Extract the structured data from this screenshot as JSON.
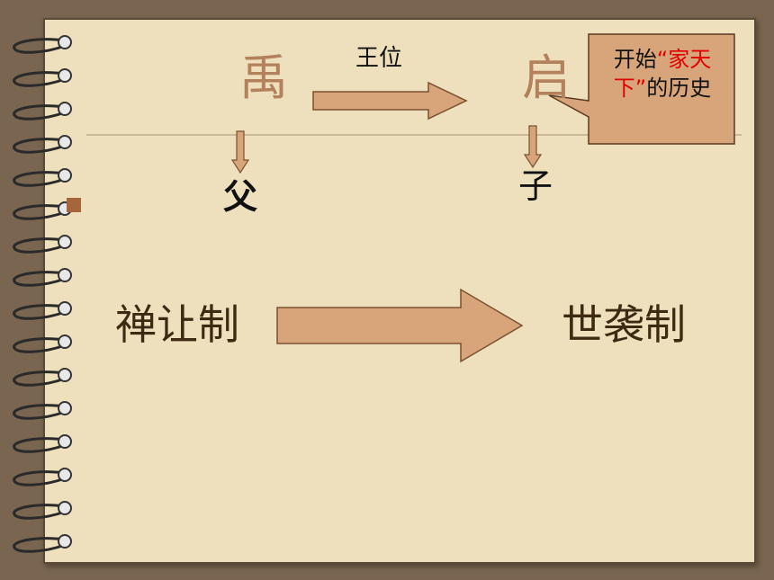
{
  "diagram": {
    "node_yu": "禹",
    "node_qi": "启",
    "arrow_label": "王位",
    "label_father": "父",
    "label_son": "子",
    "system_from": "禅让制",
    "system_to": "世袭制",
    "callout": {
      "prefix": "开始",
      "highlight": "“家天下”",
      "suffix": "的历史"
    }
  },
  "colors": {
    "background": "#7a6650",
    "paper": "#eee0bd",
    "arrow_fill": "#d8a57a",
    "arrow_stroke": "#7a5030",
    "name_color": "#b3825c",
    "system_text": "#3e2a12",
    "highlight": "#e00000"
  }
}
